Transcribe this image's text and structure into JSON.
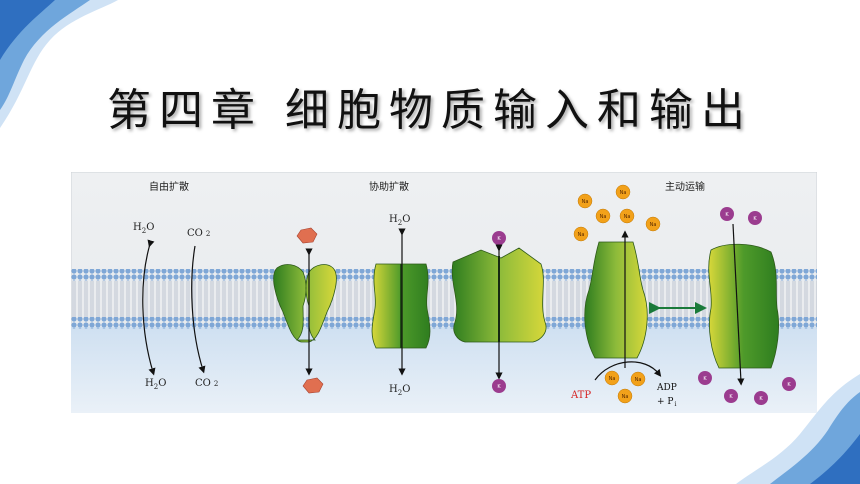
{
  "slide": {
    "title": "第四章 细胞物质输入和输出"
  },
  "figure": {
    "section_labels": {
      "simple_diffusion": "自由扩散",
      "facilitated_diffusion": "协助扩散",
      "active_transport": "主动运输"
    },
    "molecules": {
      "h2o_base": "H",
      "h2o_sub": "2",
      "h2o_end": "O",
      "co2_base": "CO",
      "co2_sub": "2"
    },
    "ions": {
      "na": "Na",
      "k": "K"
    },
    "energy": {
      "atp": "ATP",
      "adp": "ADP",
      "pi": "+ P",
      "pi_sub": "i"
    }
  },
  "colors": {
    "atp_text": "#d62020",
    "protein_green": "#2e7d1f",
    "protein_yellow": "#d8d83a",
    "na_ion": "#f2a11a",
    "k_ion": "#9b3c8f",
    "membrane_head": "#7fa7d6"
  }
}
